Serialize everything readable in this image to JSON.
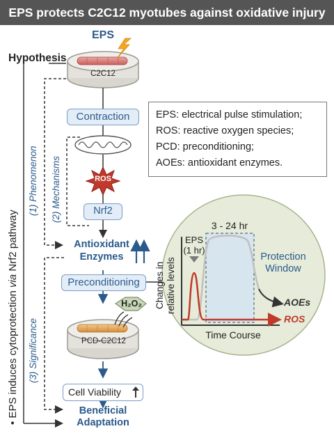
{
  "header": {
    "title": "EPS protects C2C12 myotubes against oxidative injury"
  },
  "hypothesis": {
    "label": "Hypothesis",
    "statement_prefix": "EPS induces cytoprotection ",
    "statement_via": "via",
    "statement_suffix": " Nrf2 pathway",
    "bullet": "•"
  },
  "stimulus": {
    "label": "EPS"
  },
  "dish_top": {
    "label": "C2C12"
  },
  "steps": {
    "contraction": "Contraction",
    "ros": "ROS",
    "nrf2": "Nrf2",
    "antioxidant_line1": "Antioxidant",
    "antioxidant_line2": "Enzymes",
    "preconditioning": "Preconditioning",
    "h2o2": "H₂O₂",
    "cell_viability": "Cell Viability",
    "beneficial_line1": "Beneficial",
    "beneficial_line2": "Adaptation"
  },
  "dish_bottom": {
    "label": "PCD-C2C12"
  },
  "side_labels": {
    "phenomenon": "(1) Phenomenon",
    "mechanisms": "(2) Mechanisms",
    "significance": "(3) Significance"
  },
  "legend": [
    "EPS: electrical pulse stimulation;",
    "ROS: reactive oxygen species;",
    "PCD: preconditioning;",
    "AOEs: antioxidant enzymes."
  ],
  "inset": {
    "window_range": "3 - 24 hr",
    "eps_line1": "EPS",
    "eps_line2": "(1 hr)",
    "protection_line1": "Protection",
    "protection_line2": "Window",
    "ylabel_line1": "Changes in",
    "ylabel_line2": "relative levels",
    "xlabel": "Time Course",
    "aoes": "AOEs",
    "ros": "ROS"
  },
  "colors": {
    "header_bg": "#555555",
    "blue": "#2a5a8c",
    "box_fill": "#e3edf8",
    "inset_fill": "#e6ecd9",
    "ros_red": "#c0392b",
    "aoes_dark": "#333333"
  },
  "icons": [
    "lightning-icon",
    "myotube-icon",
    "mitochondria-icon",
    "ros-burst-icon",
    "h2o2-hexagon-icon",
    "petri-dish-icon",
    "up-arrow-icon"
  ]
}
